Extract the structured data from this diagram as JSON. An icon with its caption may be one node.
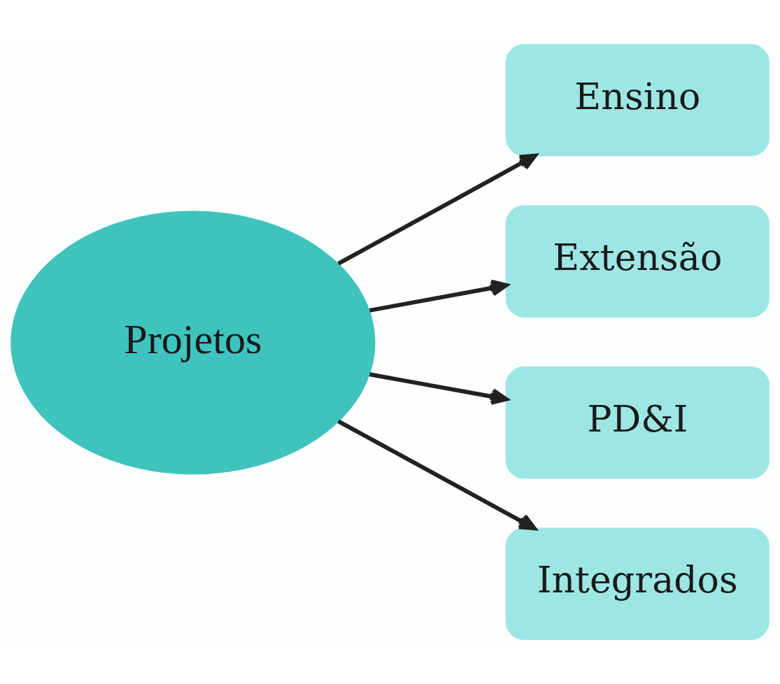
{
  "diagram": {
    "nodes": [
      {
        "text": [
          "Projetos"
        ]
      },
      {
        "text": [
          "Ensino"
        ]
      },
      {
        "text": [
          "Extensão"
        ]
      },
      {
        "text": [
          "PD&I"
        ]
      },
      {
        "text": [
          "Integrados"
        ]
      }
    ],
    "edges": [
      {
        "from": 0,
        "to": 1,
        "arrow": "to"
      },
      {
        "from": 0,
        "to": 2,
        "arrow": "to"
      },
      {
        "from": 0,
        "to": 3,
        "arrow": "to"
      },
      {
        "from": 0,
        "to": 4,
        "arrow": "to"
      }
    ]
  }
}
